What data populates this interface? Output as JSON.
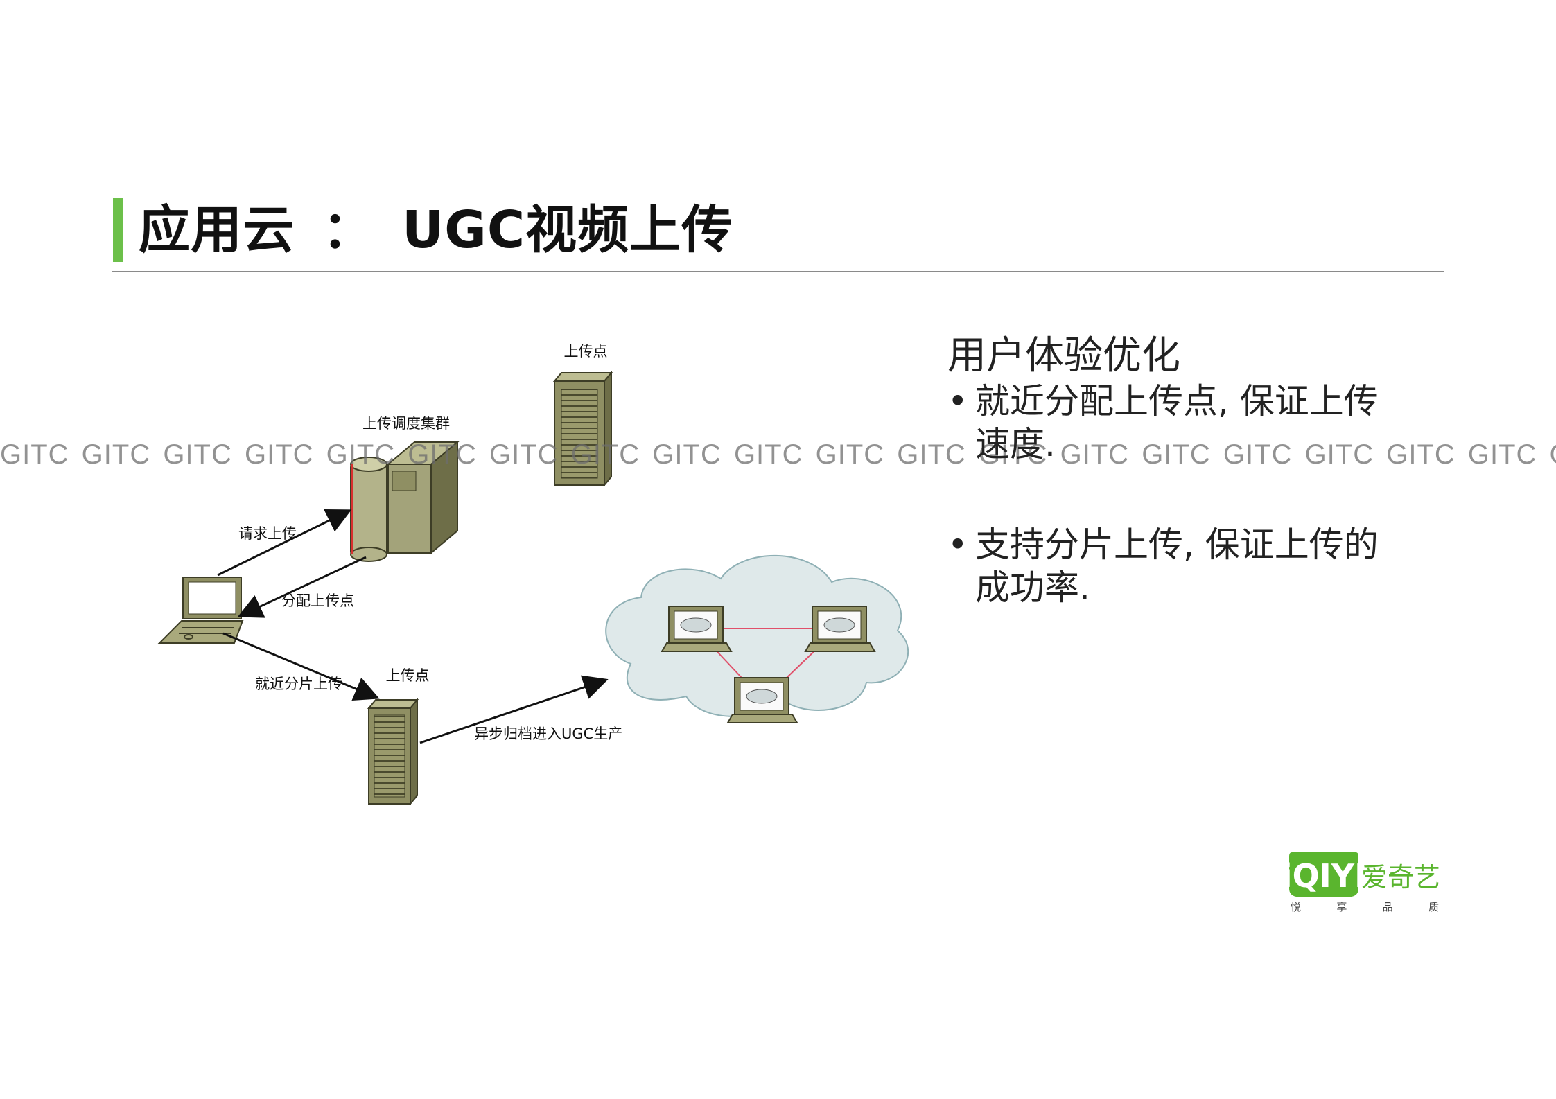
{
  "title": {
    "main": "应用云",
    "separator": "：",
    "sub": "UGC视频上传"
  },
  "watermark": {
    "text": "GITC GITC GITC GITC GITC GITC GITC GITC GITC GITC GITC GITC GITC GITC GITC GITC GITC GITC GITC GITC GI"
  },
  "diagram": {
    "labels": {
      "upload_point_top": "上传点",
      "scheduler_cluster": "上传调度集群",
      "request_upload": "请求上传",
      "assign_upload_point": "分配上传点",
      "nearby_chunk_upload": "就近分片上传",
      "upload_point_bottom": "上传点",
      "async_archive": "异步归档进入UGC生产"
    }
  },
  "side": {
    "heading": "用户体验优化",
    "bullets": [
      {
        "marker": "•",
        "text": "就近分配上传点, 保证上传速度."
      },
      {
        "marker": "•",
        "text": "支持分片上传, 保证上传的成功率."
      }
    ]
  },
  "logo": {
    "brand": "iQIYI",
    "name": "爱奇艺",
    "tagline": [
      "悦",
      "享",
      "品",
      "质"
    ]
  },
  "colors": {
    "accent_bar": "#6cc04a",
    "server_olive": "#8f8f63",
    "cloud_fill": "#dfe9ea",
    "link_red": "#e0506a",
    "logo_green": "#5ab52e"
  }
}
